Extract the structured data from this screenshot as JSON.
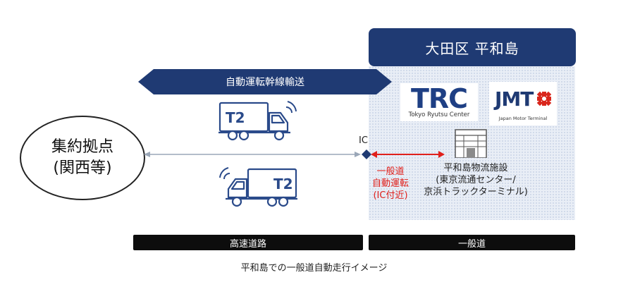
{
  "district": {
    "title": "大田区 平和島"
  },
  "banner": {
    "label": "自動運転幹線輸送"
  },
  "hub": {
    "line1": "集約拠点",
    "line2": "(関西等)"
  },
  "ic": {
    "label": "IC"
  },
  "local_driving": {
    "line1": "一般道",
    "line2": "自動運転",
    "line3": "(IC付近)"
  },
  "facility": {
    "line1": "平和島物流施設",
    "line2": "(東京流通センター/",
    "line3": "京浜トラックターミナル)"
  },
  "logos": {
    "trc": {
      "mark": "TRC",
      "subtitle": "Tokyo Ryutsu Center"
    },
    "jmt": {
      "mark": "JMT",
      "subtitle": "Japan Motor Terminal"
    }
  },
  "truck_badge": "T2",
  "road_bars": {
    "expressway": "高速道路",
    "general_road": "一般道"
  },
  "caption": "平和島での一般道自動走行イメージ",
  "colors": {
    "navy": "#1f3a73",
    "accent_red": "#e0201b",
    "truck_blue": "#2a4a8a",
    "zone_bg": "#e9eef6"
  }
}
